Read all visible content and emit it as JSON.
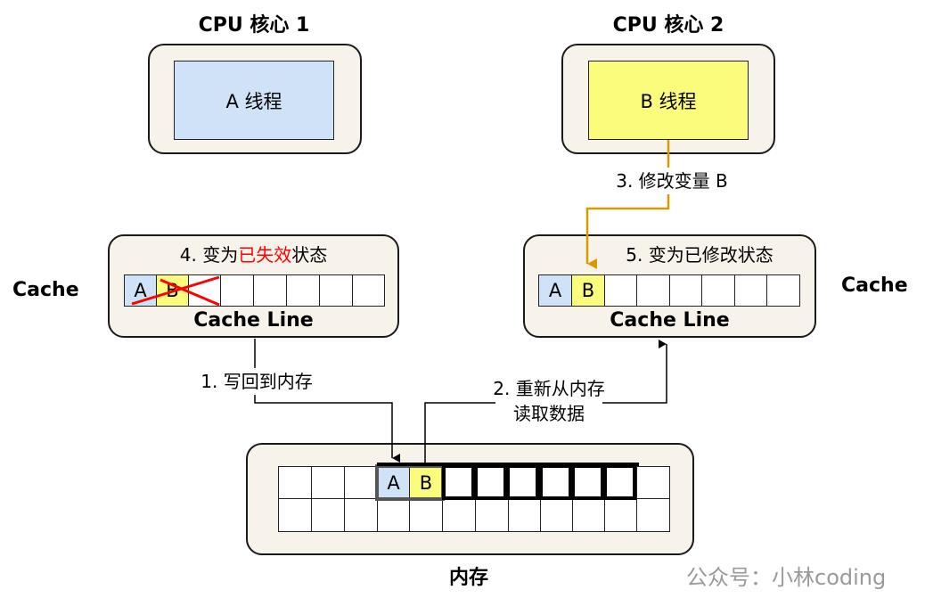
{
  "core1": {
    "title": "CPU 核心 1",
    "thread": "A 线程"
  },
  "core2": {
    "title": "CPU 核心 2",
    "thread": "B 线程"
  },
  "cache_left": {
    "side_label": "Cache",
    "state_prefix": "4. 变为",
    "state_highlight": "已失效",
    "state_suffix": "状态",
    "cells": [
      "A",
      "B"
    ],
    "line_label": "Cache Line"
  },
  "cache_right": {
    "side_label": "Cache",
    "state": "5. 变为已修改状态",
    "cells": [
      "A",
      "B"
    ],
    "line_label": "Cache Line"
  },
  "memory": {
    "label": "内存",
    "cells": [
      "A",
      "B"
    ]
  },
  "steps": {
    "step1": "1. 写回到内存",
    "step2_line1": "2. 重新从内存",
    "step2_line2": "读取数据",
    "step3": "3. 修改变量 B"
  },
  "colors": {
    "cellA": "#cfe2f7",
    "cellB": "#fbfb7c",
    "threadA": "#cfe2f7",
    "threadB": "#fbfb7c",
    "invalid": "#ff0000",
    "modify_arrow": "#d79b00"
  },
  "watermark": "公众号：小林coding"
}
